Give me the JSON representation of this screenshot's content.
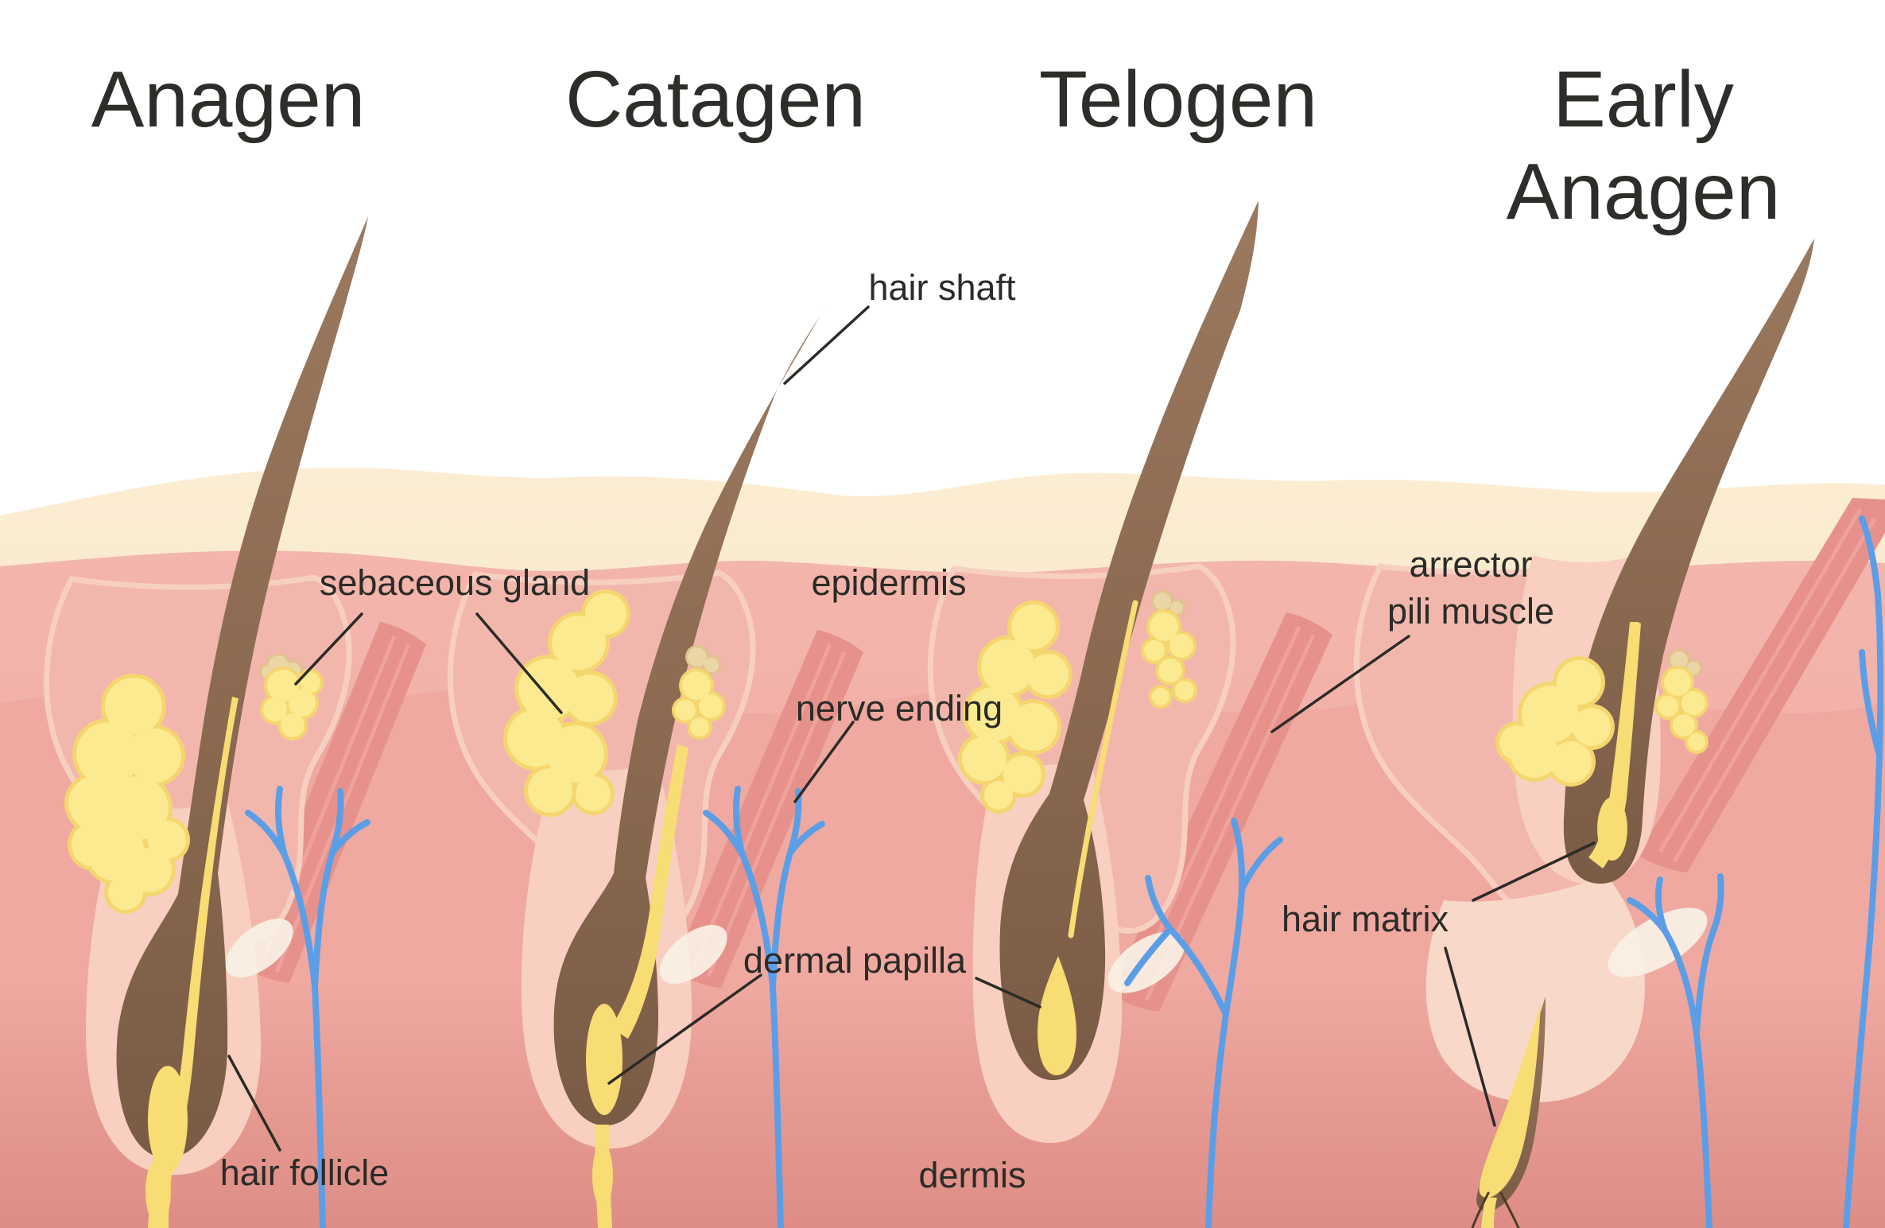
{
  "phases": [
    {
      "label": "Anagen"
    },
    {
      "label": "Catagen"
    },
    {
      "label": "Telogen"
    },
    {
      "label_line1": "Early",
      "label_line2": "Anagen"
    }
  ],
  "labels": {
    "hair_shaft": "hair shaft",
    "sebaceous_gland": "sebaceous gland",
    "epidermis": "epidermis",
    "nerve_ending": "nerve ending",
    "arrector_pili_line1": "arrector",
    "arrector_pili_line2": "pili muscle",
    "dermal_papilla": "dermal papilla",
    "hair_matrix": "hair matrix",
    "hair_follicle": "hair follicle",
    "dermis": "dermis"
  },
  "colors": {
    "background": "#ffffff",
    "title_text": "#2d2d2a",
    "label_text": "#2b2b27",
    "epidermis_cream": "#f9e7c9",
    "epidermis_pink": "#f2b2aa",
    "dermis_top": "#efa9a1",
    "dermis_bottom": "#de8d86",
    "funnel_pink": "#f2b7ac",
    "sheath_pink": "#f8cfc0",
    "hair_brown": "#8a6950",
    "bulb_brown": "#7a5b45",
    "sebum_yellow": "#f8dc74",
    "gland_yellow": "#fbea90",
    "gland_rim": "#f5d66e",
    "nerve_blue": "#5c9ee6",
    "muscle_pink": "#e6918b",
    "fibrous_white": "#f8f1e5"
  }
}
